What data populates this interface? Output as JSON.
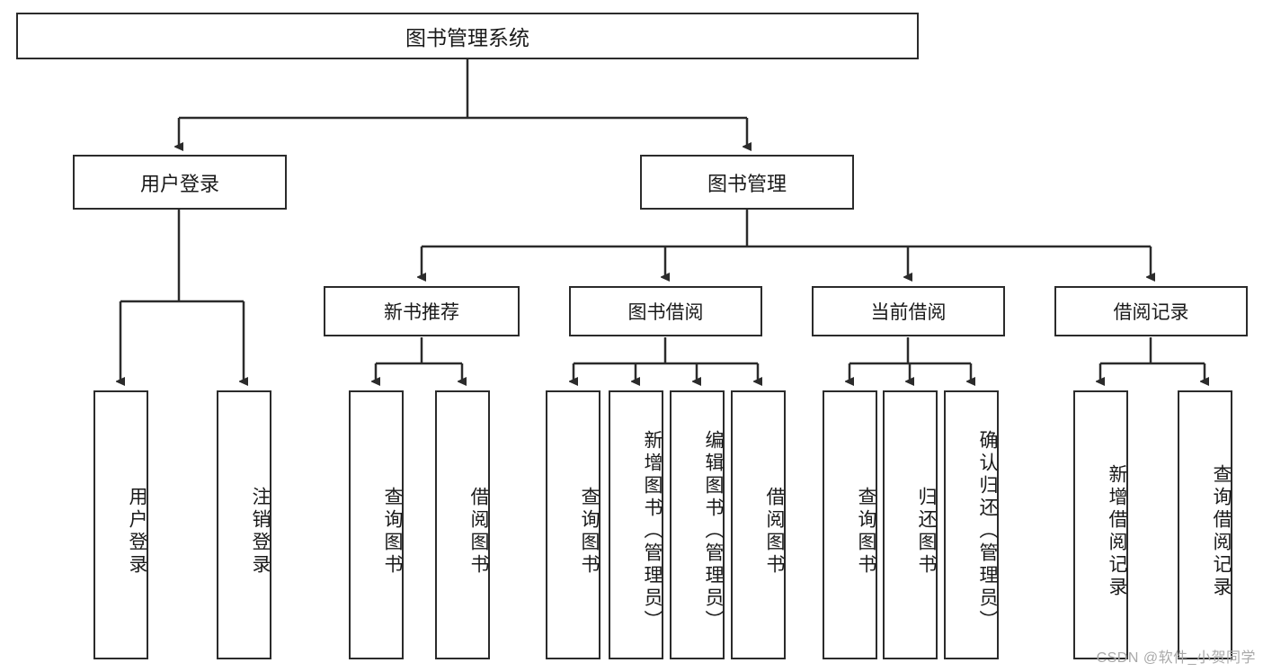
{
  "diagram": {
    "type": "tree-hierarchy",
    "title": "图书管理系统",
    "root": {
      "label": "图书管理系统"
    },
    "level2": [
      {
        "label": "用户登录"
      },
      {
        "label": "图书管理"
      }
    ],
    "level3": [
      {
        "label": "新书推荐"
      },
      {
        "label": "图书借阅"
      },
      {
        "label": "当前借阅"
      },
      {
        "label": "借阅记录"
      }
    ],
    "leaves": {
      "user_login": [
        {
          "label": "用户登录"
        },
        {
          "label": "注销登录"
        }
      ],
      "new_book_recommend": [
        {
          "label": "查询图书"
        },
        {
          "label": "借阅图书"
        }
      ],
      "book_borrow": [
        {
          "label": "查询图书"
        },
        {
          "label": "新增图书（管理员）"
        },
        {
          "label": "编辑图书（管理员）"
        },
        {
          "label": "借阅图书"
        }
      ],
      "current_borrow": [
        {
          "label": "查询图书"
        },
        {
          "label": "归还图书"
        },
        {
          "label": "确认归还（管理员）"
        }
      ],
      "borrow_record": [
        {
          "label": "新增借阅记录"
        },
        {
          "label": "查询借阅记录"
        }
      ]
    }
  },
  "watermark": {
    "text": "CSDN @软件_小贺同学"
  },
  "colors": {
    "stroke": "#2b2b2b",
    "fill": "#ffffff",
    "text": "#1a1a1a",
    "watermark": "#a9a9a9"
  }
}
